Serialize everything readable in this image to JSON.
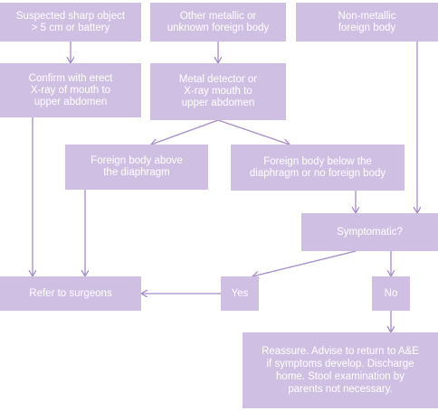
{
  "nodes": {
    "sharp": "Suspected sharp object\n> 5 cm or battery",
    "metallic": "Other metallic or\nunknown foreign body",
    "nonmetallic": "Non-metallic\nforeign body",
    "confirm": "Confirm with erect\nX-ray of mouth to\nupper abdomen",
    "detector": "Metal detector or\nX-ray mouth to\nupper abdomen",
    "above": "Foreign body above\nthe diaphragm",
    "below": "Foreign body below the\ndiaphragm or no foreign body",
    "symptomatic": "Symptomatic?",
    "surgeons": "Refer to surgeons",
    "yes": "Yes",
    "no": "No",
    "reassure": "Reassure. Advise to return to A&E\nif symptoms develop. Discharge\nhome. Stool examination by\nparents not necessary."
  },
  "colors": {
    "box": "#cfc0e3",
    "text": "#ffffff",
    "arrow": "#a58cc8"
  }
}
